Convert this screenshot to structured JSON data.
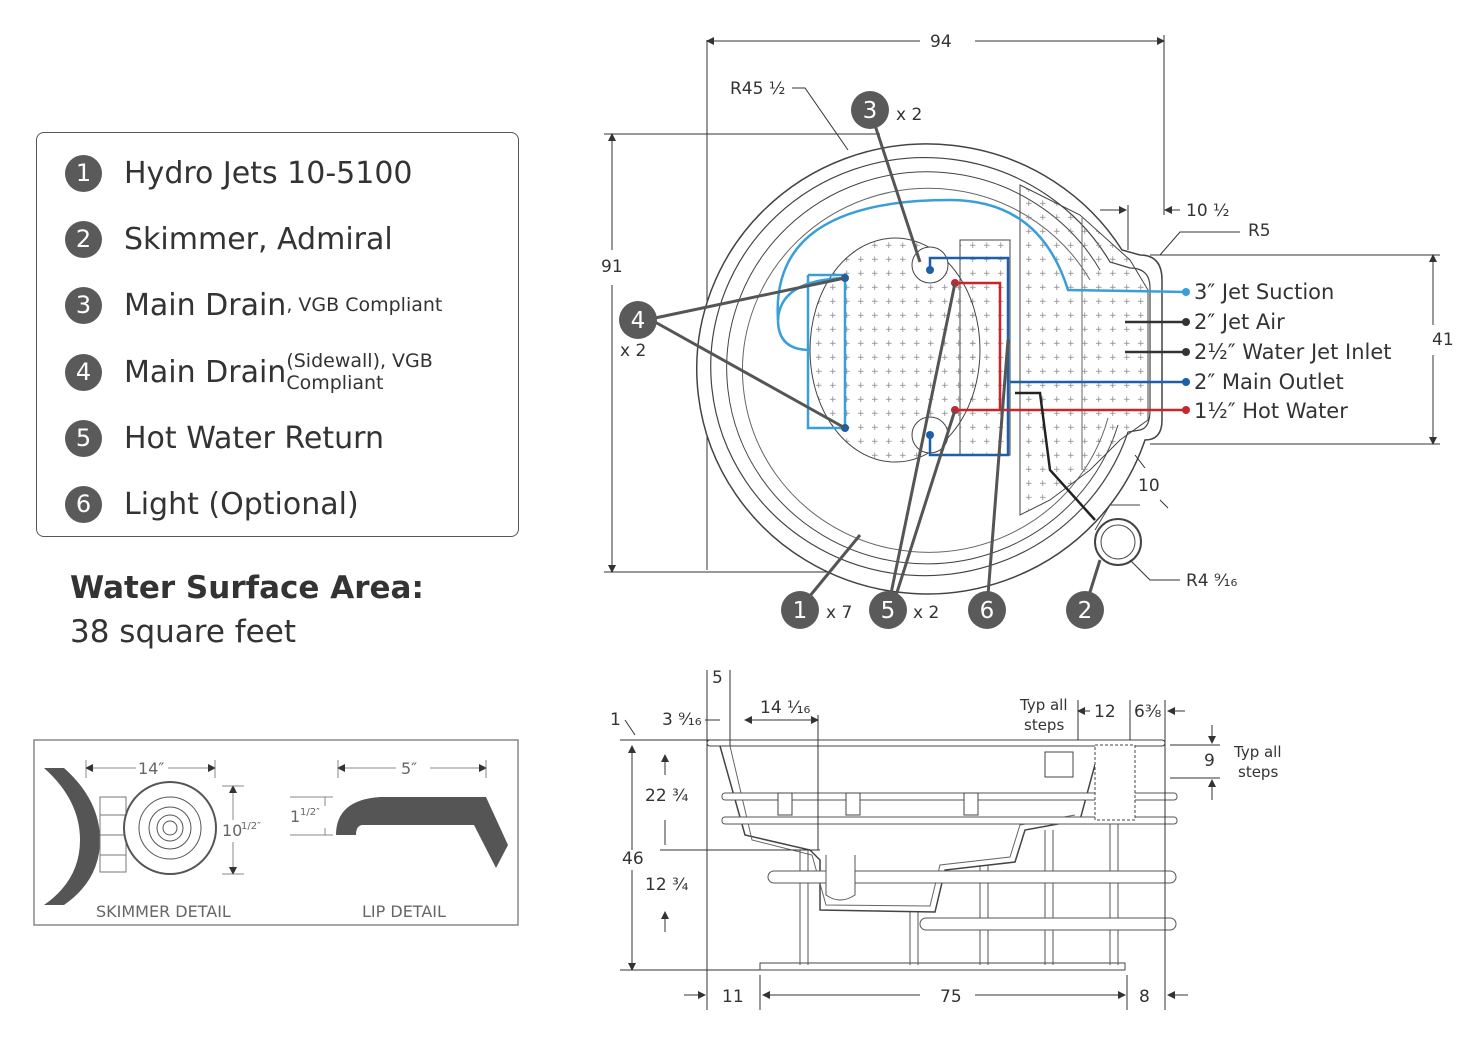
{
  "legend": {
    "items": [
      {
        "num": "1",
        "label": "Hydro Jets 10-5100",
        "sub": ""
      },
      {
        "num": "2",
        "label": "Skimmer, Admiral",
        "sub": ""
      },
      {
        "num": "3",
        "label": "Main Drain",
        "sub": ", VGB Compliant"
      },
      {
        "num": "4",
        "label": "Main Drain",
        "sub": " (Sidewall), VGB Compliant"
      },
      {
        "num": "5",
        "label": "Hot Water Return",
        "sub": ""
      },
      {
        "num": "6",
        "label": "Light (Optional)",
        "sub": ""
      }
    ]
  },
  "water_area": {
    "title": "Water Surface Area:",
    "value": "38 square feet"
  },
  "details": {
    "skimmer_label": "SKIMMER DETAIL",
    "skimmer_width": "14″",
    "skimmer_height": "10",
    "skimmer_height_frac": "1/2″",
    "lip_label": "LIP DETAIL",
    "lip_width": "5″",
    "lip_height": "1",
    "lip_height_frac": "1/2″"
  },
  "plan": {
    "dim_width": "94",
    "dim_height": "91",
    "radius_main": "R45 ½",
    "radius_corner": "R5",
    "dim_offset": "10 ½",
    "dim_side": "41",
    "dim_skimmer_offset": "10",
    "radius_skimmer": "R4 ⁹⁄₁₆",
    "callout_jets": {
      "num": "1",
      "mult": "x 7"
    },
    "callout_skimmer": {
      "num": "2"
    },
    "callout_drain": {
      "num": "3",
      "mult": "x 2"
    },
    "callout_sidewall": {
      "num": "4",
      "mult": "x 2"
    },
    "callout_hotwater": {
      "num": "5",
      "mult": "x 2"
    },
    "callout_light": {
      "num": "6"
    },
    "connections": [
      {
        "label": "3″ Jet Suction",
        "color": "#3a9fd8"
      },
      {
        "label": "2″ Jet Air",
        "color": "#333333"
      },
      {
        "label": "2½″ Water Jet Inlet",
        "color": "#333333"
      },
      {
        "label": "2″ Main Outlet",
        "color": "#1d5fa8"
      },
      {
        "label": "1½″ Hot Water",
        "color": "#c8262c"
      }
    ]
  },
  "section": {
    "dim_5": "5",
    "dim_1": "1",
    "dim_3_9_16": "3 ⁹⁄₁₆",
    "dim_14_1_16": "14 ¹⁄₁₆",
    "typ_steps": "Typ all\nsteps",
    "dim_12": "12",
    "dim_6_3_8": "6⅜",
    "dim_9": "9",
    "typ_steps_right": "Typ all\nsteps",
    "dim_22_3_4": "22 ¾",
    "dim_46": "46",
    "dim_12_3_4": "12 ¾",
    "dim_11": "11",
    "dim_75": "75",
    "dim_8": "8"
  }
}
